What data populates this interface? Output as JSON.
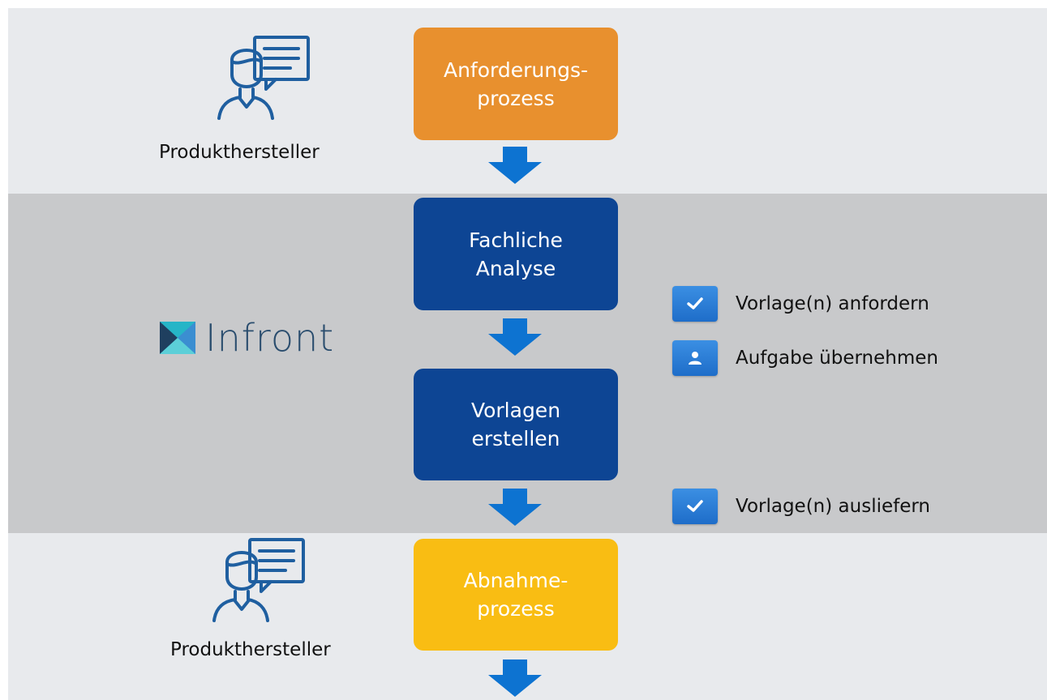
{
  "colors": {
    "band_light": "#e8eaed",
    "band_dark": "#c8c9cb",
    "orange": "#e8902e",
    "dark_blue": "#0d4594",
    "yellow": "#f9bd13",
    "arrow_blue": "#0d73d1",
    "icon_blue": "#1f5fa0",
    "task_icon_blue": "#2b7fdb"
  },
  "actors": {
    "top": {
      "label": "Produkthersteller",
      "icon": "person-speech-bubble-icon"
    },
    "bottom": {
      "label": "Produkthersteller",
      "icon": "person-speech-bubble-icon"
    }
  },
  "logo": {
    "text": "Infront",
    "icon": "infront-logo-mark"
  },
  "process_steps": [
    {
      "id": "anforderungsprozess",
      "label": "Anforderungs-\nprozess"
    },
    {
      "id": "fachliche-analyse",
      "label": "Fachliche\nAnalyse"
    },
    {
      "id": "vorlagen-erstellen",
      "label": "Vorlagen\nerstellen"
    },
    {
      "id": "abnahmeprozess",
      "label": "Abnahme-\nprozess"
    }
  ],
  "tasks": [
    {
      "label": "Vorlage(n) anfordern",
      "icon": "checkmark-icon"
    },
    {
      "label": "Aufgabe übernehmen",
      "icon": "user-icon"
    },
    {
      "label": "Vorlage(n) ausliefern",
      "icon": "checkmark-icon"
    }
  ]
}
